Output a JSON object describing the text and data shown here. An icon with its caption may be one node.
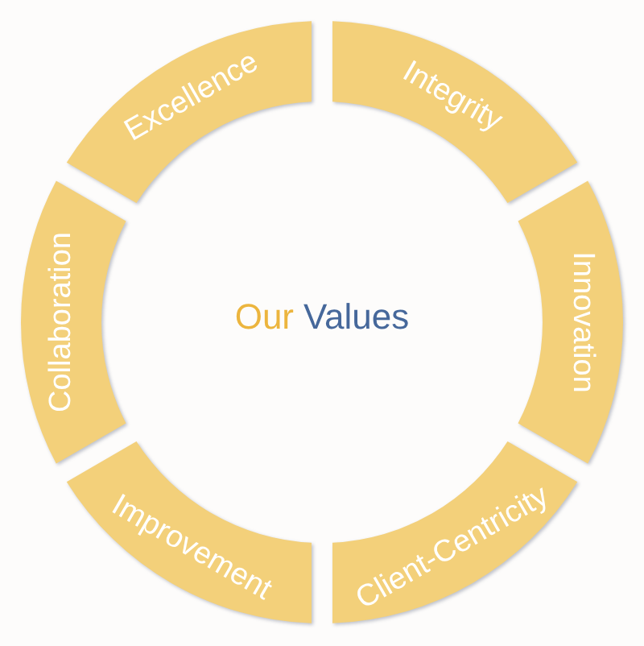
{
  "diagram": {
    "nodes": [
      {
        "text": [
          "Excellence"
        ]
      },
      {
        "text": [
          "Integrity"
        ]
      },
      {
        "text": [
          "Collaboration"
        ]
      },
      {
        "text": [
          "Innovation"
        ]
      },
      {
        "text": [
          "Improvement"
        ]
      },
      {
        "text": [
          "Client-Centricity"
        ]
      }
    ],
    "labels": [
      "Our",
      "Values"
    ]
  }
}
